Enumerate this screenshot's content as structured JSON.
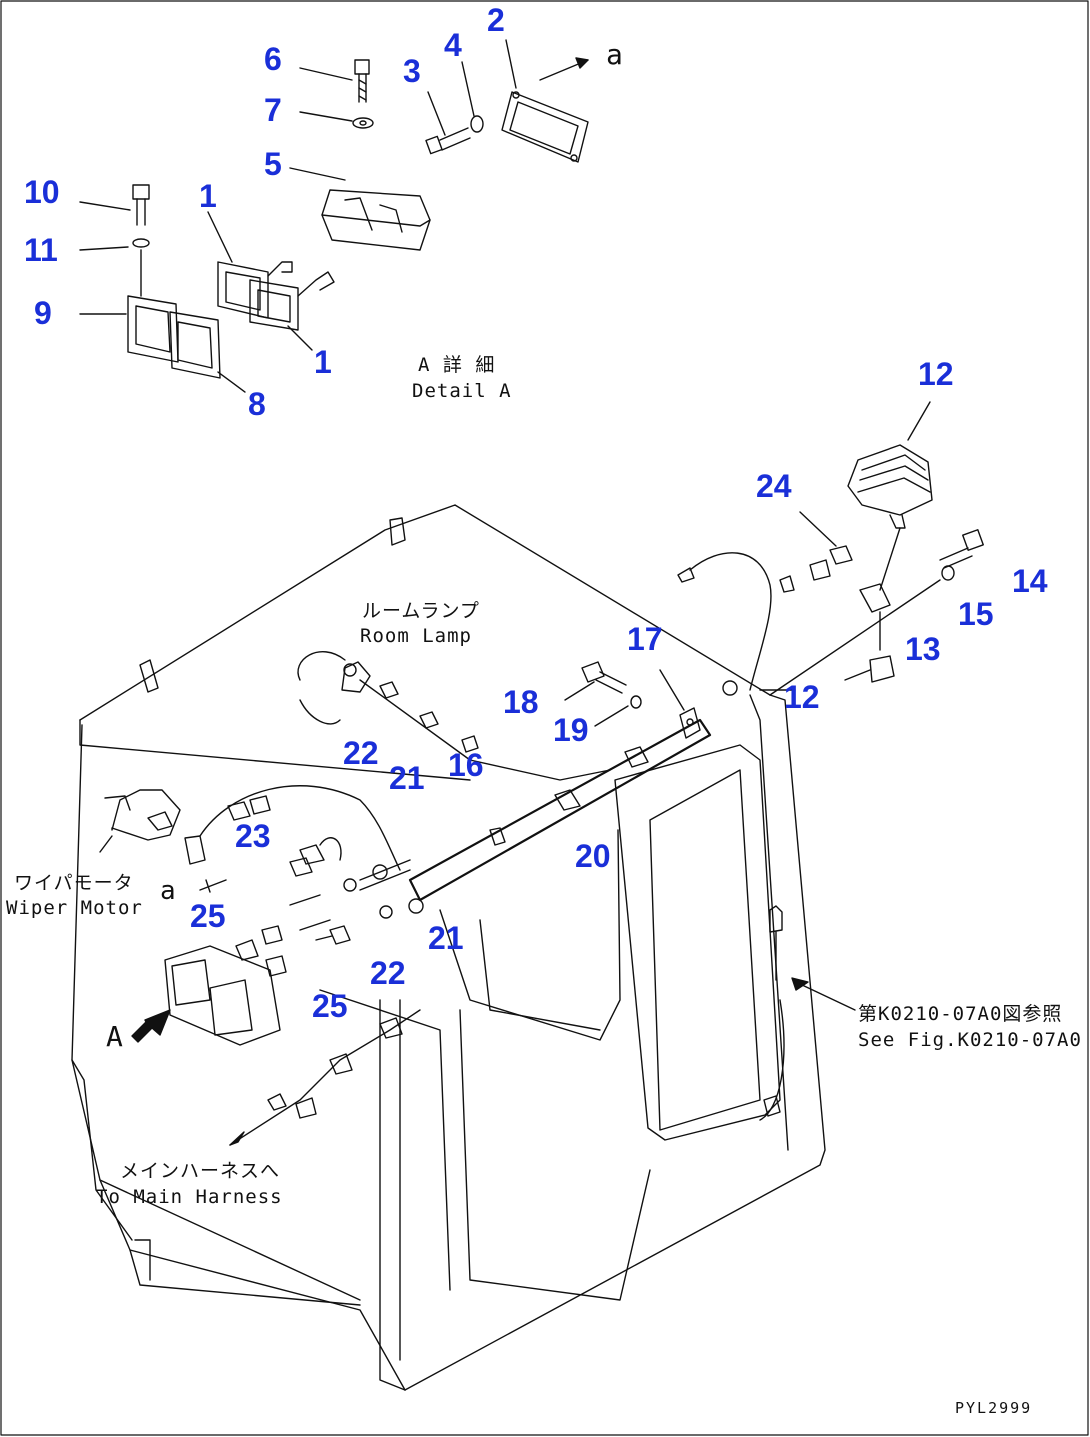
{
  "callouts": [
    {
      "id": "c2",
      "text": "2"
    },
    {
      "id": "c4",
      "text": "4"
    },
    {
      "id": "c3",
      "text": "3"
    },
    {
      "id": "c6",
      "text": "6"
    },
    {
      "id": "c7",
      "text": "7"
    },
    {
      "id": "c5",
      "text": "5"
    },
    {
      "id": "c10",
      "text": "10"
    },
    {
      "id": "c1a",
      "text": "1"
    },
    {
      "id": "c11",
      "text": "11"
    },
    {
      "id": "c9",
      "text": "9"
    },
    {
      "id": "c1b",
      "text": "1"
    },
    {
      "id": "c8",
      "text": "8"
    },
    {
      "id": "c12a",
      "text": "12"
    },
    {
      "id": "c24",
      "text": "24"
    },
    {
      "id": "c14",
      "text": "14"
    },
    {
      "id": "c15",
      "text": "15"
    },
    {
      "id": "c13",
      "text": "13"
    },
    {
      "id": "c17",
      "text": "17"
    },
    {
      "id": "c12b",
      "text": "12"
    },
    {
      "id": "c18",
      "text": "18"
    },
    {
      "id": "c19",
      "text": "19"
    },
    {
      "id": "c16",
      "text": "16"
    },
    {
      "id": "c22a",
      "text": "22"
    },
    {
      "id": "c21a",
      "text": "21"
    },
    {
      "id": "c23",
      "text": "23"
    },
    {
      "id": "c20",
      "text": "20"
    },
    {
      "id": "c25a",
      "text": "25"
    },
    {
      "id": "c21b",
      "text": "21"
    },
    {
      "id": "c22b",
      "text": "22"
    },
    {
      "id": "c25b",
      "text": "25"
    }
  ],
  "notes": {
    "arrow_a_top": "a",
    "detail_a_jp": "A 詳 細",
    "detail_a_en": "Detail A",
    "room_lamp_jp": "ルームランプ",
    "room_lamp_en": "Room Lamp",
    "wiper_motor_jp": "ワイパモータ",
    "wiper_motor_en": "Wiper Motor",
    "arrow_a_left": "a",
    "view_a": "A",
    "see_fig_jp": "第K0210-07A0図参照",
    "see_fig_en": "See Fig.K0210-07A0",
    "main_harness_jp": "メインハーネスへ",
    "main_harness_en": "To Main Harness",
    "drawing_code": "PYL2999"
  }
}
